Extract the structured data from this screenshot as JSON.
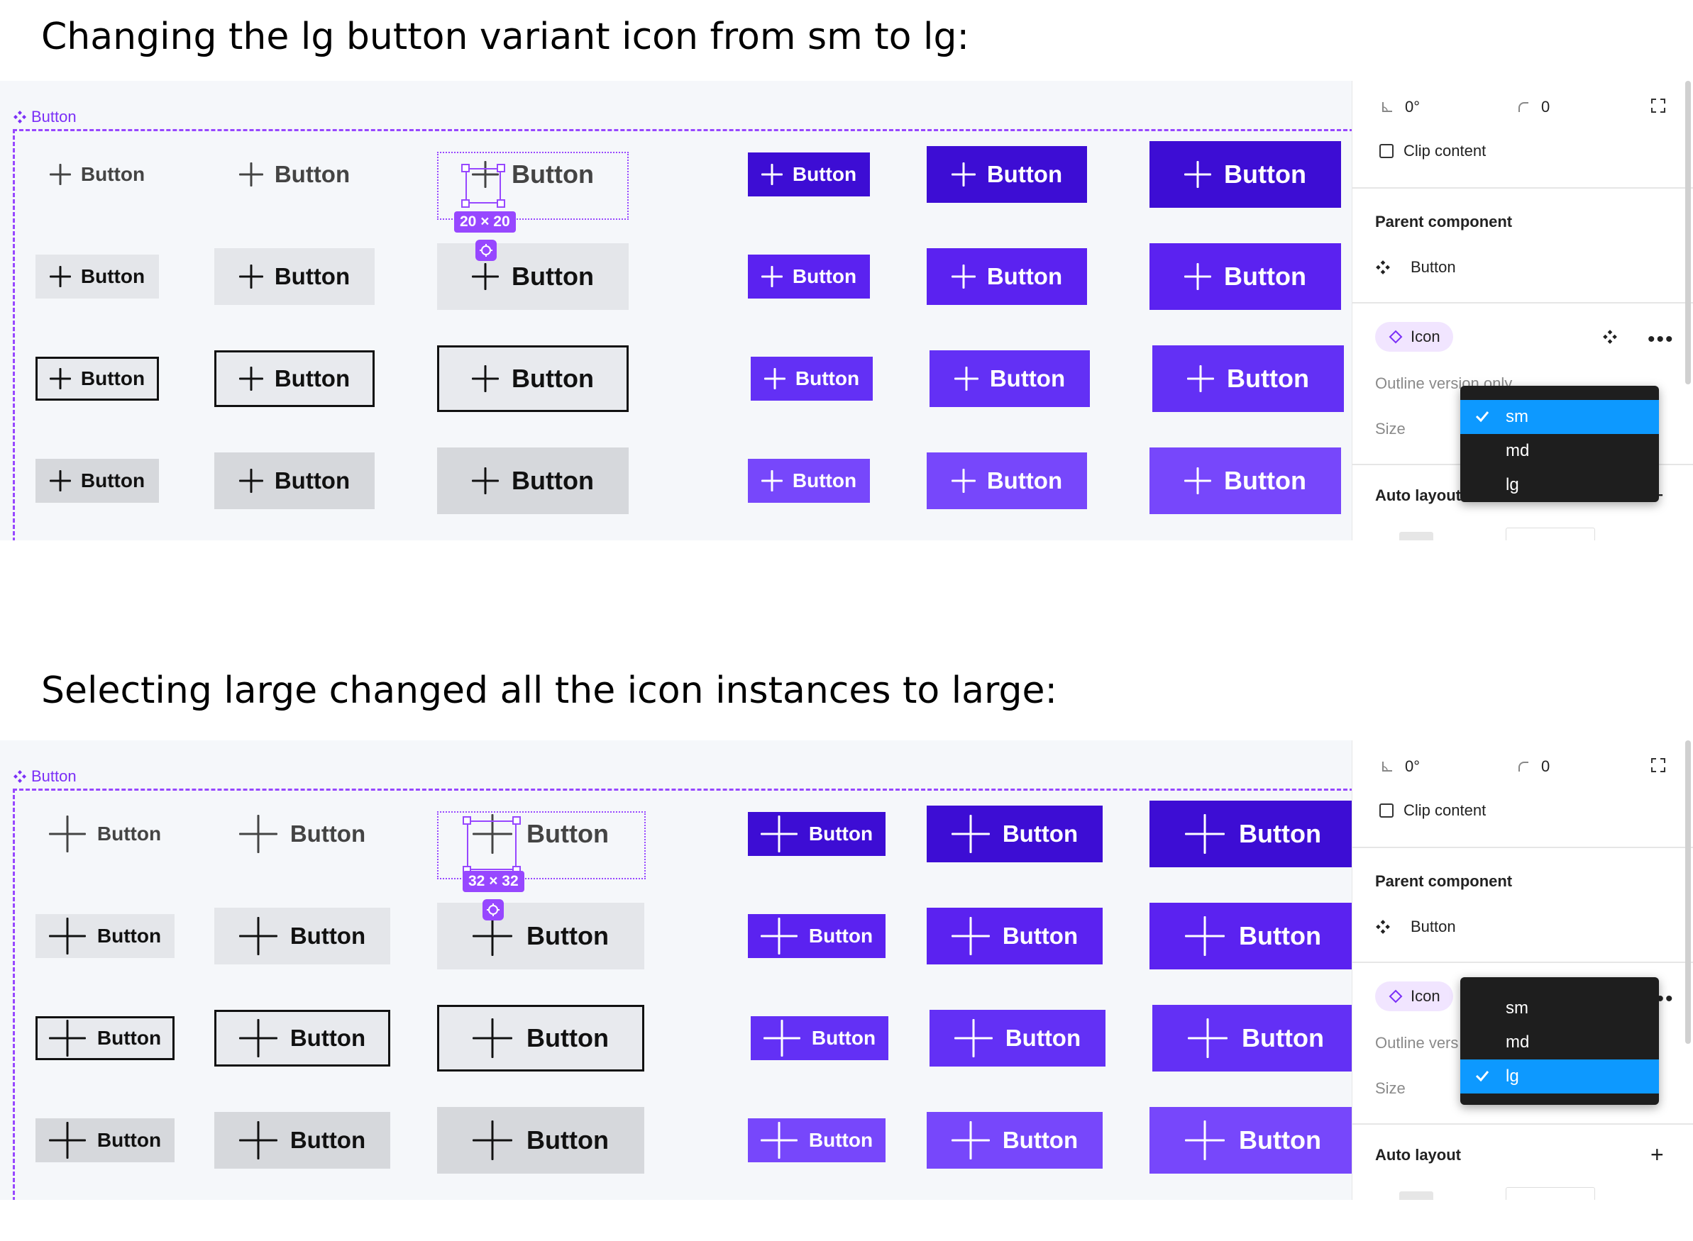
{
  "captions": {
    "top": "Changing the lg button variant icon from sm to lg:",
    "bottom": "Selecting large changed all the icon instances to large:"
  },
  "canvas": {
    "frame_label": "Button",
    "button_label": "Button"
  },
  "panels": [
    {
      "icon_size": "sm",
      "dimension_tag": "20 × 20",
      "rotation": "0°",
      "radius": "0",
      "clip_content": "Clip content",
      "parent_component_heading": "Parent component",
      "parent_component_name": "Button",
      "icon_chip": "Icon",
      "outline_note": "Outline version only.",
      "size_label": "Size",
      "auto_layout": "Auto layout",
      "size_options": [
        "sm",
        "md",
        "lg"
      ],
      "selected_option": "sm"
    },
    {
      "icon_size": "lg",
      "dimension_tag": "32 × 32",
      "rotation": "0°",
      "radius": "0",
      "clip_content": "Clip content",
      "parent_component_heading": "Parent component",
      "parent_component_name": "Button",
      "icon_chip": "Icon",
      "outline_note": "Outline vers",
      "size_label": "Size",
      "auto_layout": "Auto layout",
      "size_options": [
        "sm",
        "md",
        "lg"
      ],
      "selected_option": "lg"
    }
  ],
  "colors": {
    "accent": "#9747ff",
    "primary_dark": "#3d0dd4",
    "primary": "#5b22f0",
    "primary_light": "#7747fb",
    "dropdown_selected": "#0d99ff"
  }
}
